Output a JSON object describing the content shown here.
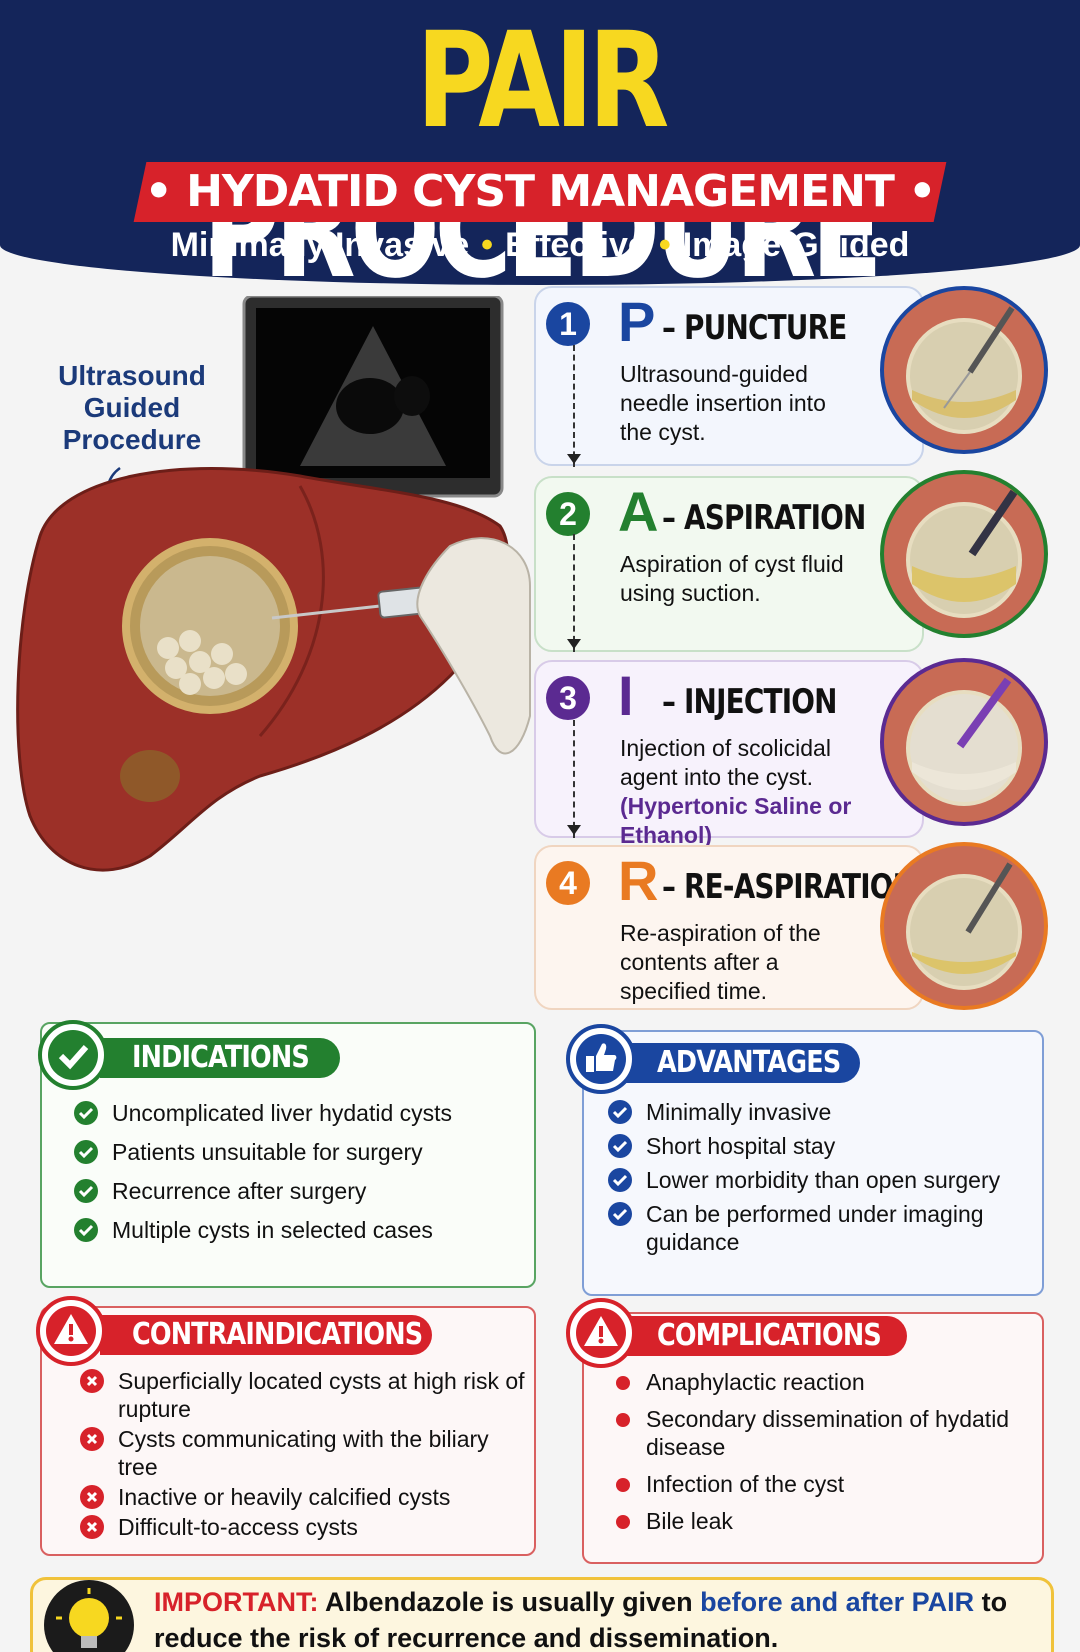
{
  "header": {
    "title_part1": "PAIR",
    "title_part2": "PROCEDURE",
    "subtitle": "HYDATID CYST MANAGEMENT",
    "bullet": "•",
    "tags": [
      "Minimally Invasive",
      "Effective",
      "Image-Guided"
    ]
  },
  "illustration": {
    "label_lines": [
      "Ultrasound",
      "Guided",
      "Procedure"
    ]
  },
  "steps": [
    {
      "number": "1",
      "letter": "P",
      "name": "– PUNCTURE",
      "desc": "Ultrasound-guided needle insertion into the cyst.",
      "extra": "",
      "color": "#1a46a0"
    },
    {
      "number": "2",
      "letter": "A",
      "name": "– ASPIRATION",
      "desc": "Aspiration of cyst fluid using suction.",
      "extra": "",
      "color": "#23802f"
    },
    {
      "number": "3",
      "letter": "I",
      "name": "– INJECTION",
      "desc": "Injection of scolicidal agent into the cyst.",
      "extra": "(Hypertonic Saline or Ethanol)",
      "color": "#5b2a91"
    },
    {
      "number": "4",
      "letter": "R",
      "name": "– RE-ASPIRATION",
      "desc": "Re-aspiration of the contents after a specified time.",
      "extra": "",
      "color": "#e97a22"
    }
  ],
  "indications": {
    "title": "INDICATIONS",
    "items": [
      "Uncomplicated liver hydatid cysts",
      "Patients unsuitable for surgery",
      "Recurrence after surgery",
      "Multiple cysts in selected cases"
    ]
  },
  "advantages": {
    "title": "ADVANTAGES",
    "items": [
      "Minimally invasive",
      "Short hospital stay",
      "Lower morbidity than open surgery",
      "Can be performed under imaging guidance"
    ]
  },
  "contraindications": {
    "title": "CONTRAINDICATIONS",
    "items": [
      "Superficially located cysts at high risk of rupture",
      "Cysts communicating with the biliary tree",
      "Inactive or heavily calcified cysts",
      "Difficult-to-access cysts"
    ]
  },
  "complications": {
    "title": "COMPLICATIONS",
    "items": [
      "Anaphylactic reaction",
      "Secondary dissemination of hydatid disease",
      "Infection of the cyst",
      "Bile leak"
    ]
  },
  "footer": {
    "label": "IMPORTANT:",
    "text_a": " Albendazole is usually given ",
    "highlight": "before and after PAIR",
    "text_b": " to reduce the risk of recurrence and dissemination."
  },
  "icons": {
    "indications": "check-circle-icon",
    "advantages": "thumbs-up-icon",
    "contraindications": "warning-triangle-icon",
    "complications": "warning-triangle-icon",
    "footer": "lightbulb-icon"
  }
}
